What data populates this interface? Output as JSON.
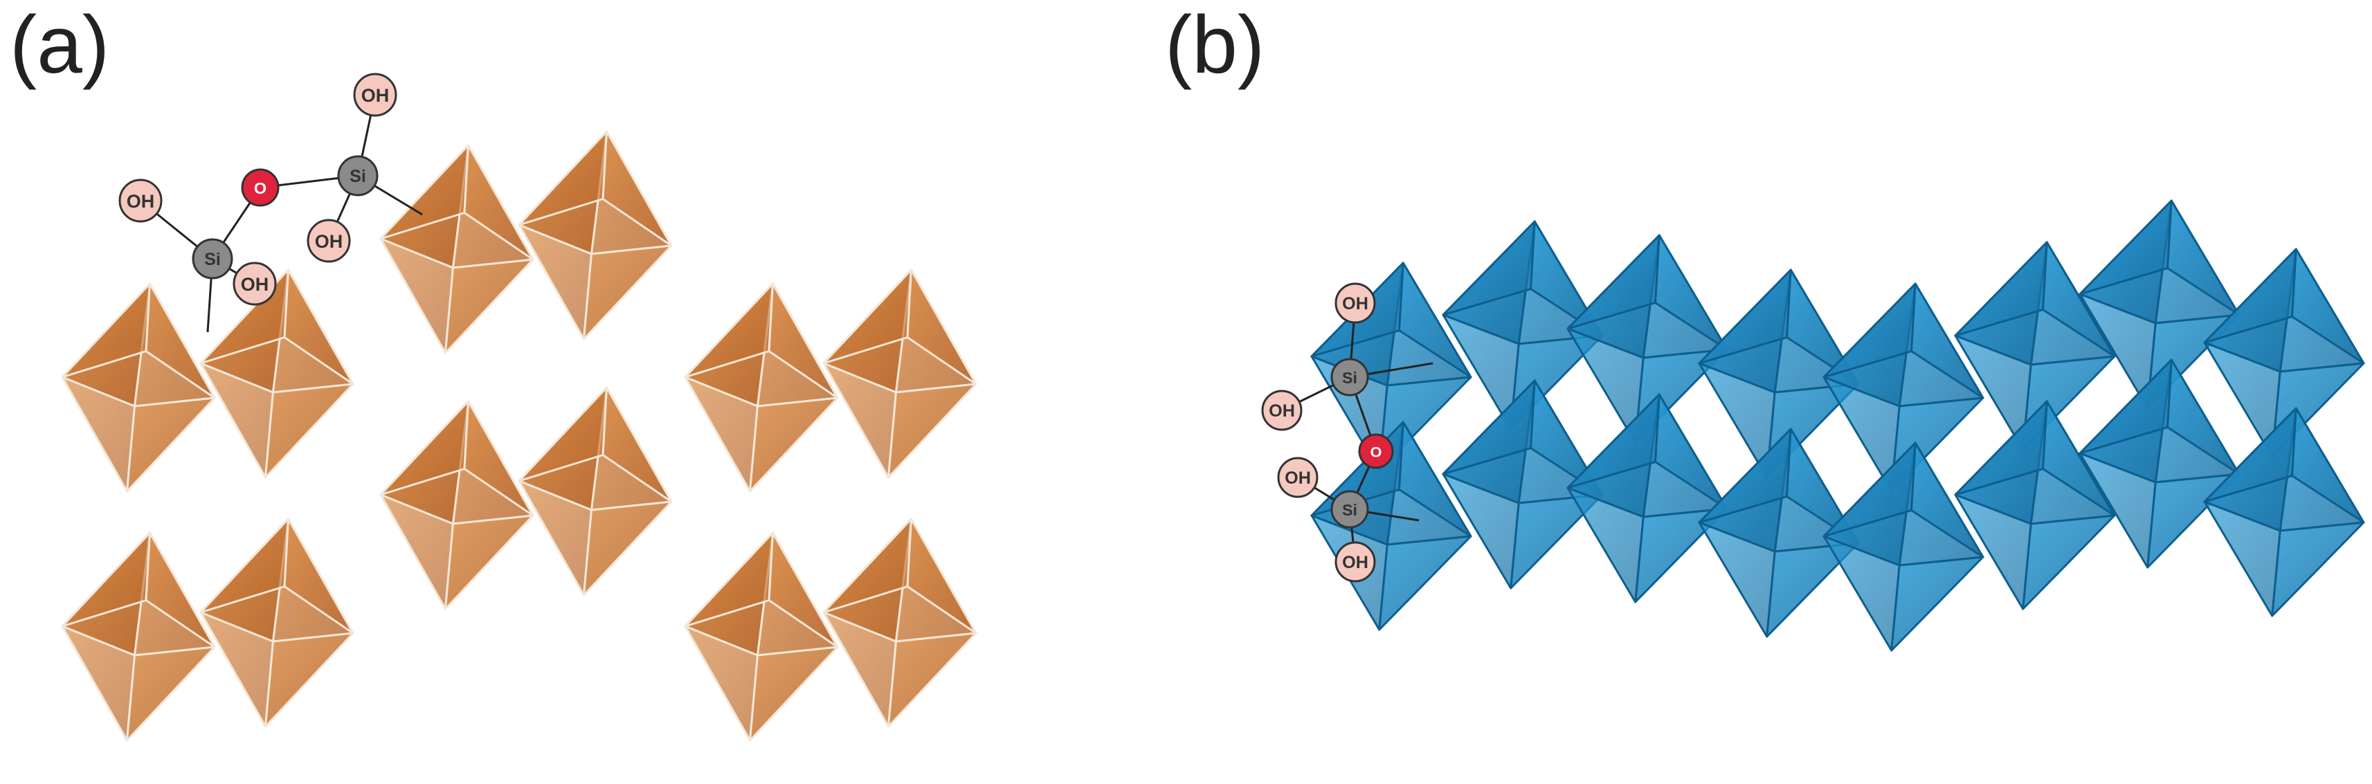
{
  "panels": [
    {
      "label": "(a)",
      "fill": "#c8752f",
      "edge": "#f4e6d6",
      "silanol": {
        "si": [
          "Si",
          "Si"
        ],
        "bridging_o": "O",
        "hydroxyls": [
          "OH",
          "OH",
          "OH",
          "OH"
        ]
      }
    },
    {
      "label": "(b)",
      "fill": "#1c86c1",
      "edge": "#0e5f8e",
      "silanol": {
        "si": [
          "Si",
          "Si"
        ],
        "bridging_o": "O",
        "hydroxyls": [
          "OH",
          "OH",
          "OH",
          "OH"
        ]
      }
    }
  ],
  "colors": {
    "si_atom": "#8a8a8a",
    "o_atom": "#e0233d",
    "oh_atom": "#f6c9c0",
    "bond": "#222222"
  }
}
